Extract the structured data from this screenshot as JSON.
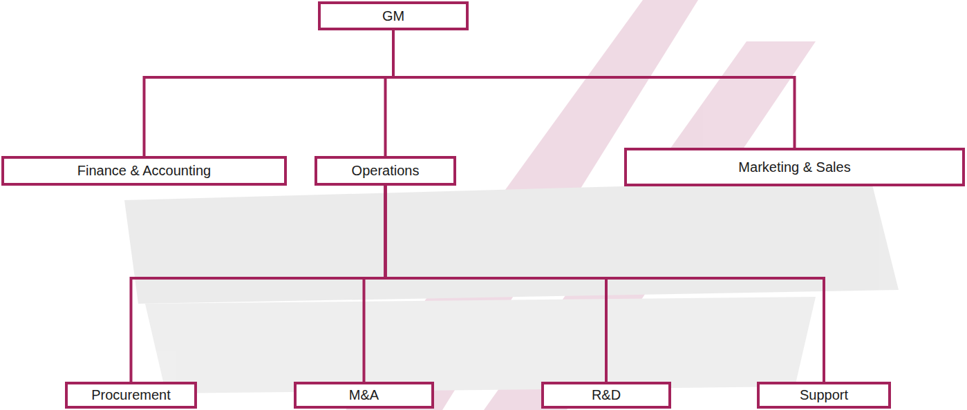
{
  "diagram": {
    "nodes": [
      {
        "text": [
          "GM"
        ]
      },
      {
        "text": [
          "Finance & Accounting"
        ]
      },
      {
        "text": [
          "Operations"
        ]
      },
      {
        "text": [
          "Marketing & Sales"
        ]
      },
      {
        "text": [
          "Procurement"
        ]
      },
      {
        "text": [
          "M&A"
        ]
      },
      {
        "text": [
          "R&D"
        ]
      },
      {
        "text": [
          "Support"
        ]
      }
    ],
    "edges": [
      {
        "from": 0,
        "to": 1,
        "arrow": "none"
      },
      {
        "from": 0,
        "to": 2,
        "arrow": "none"
      },
      {
        "from": 0,
        "to": 3,
        "arrow": "none"
      },
      {
        "from": 2,
        "to": 4,
        "arrow": "none"
      },
      {
        "from": 2,
        "to": 5,
        "arrow": "none"
      },
      {
        "from": 2,
        "to": 6,
        "arrow": "none"
      },
      {
        "from": 2,
        "to": 7,
        "arrow": "none"
      }
    ]
  }
}
